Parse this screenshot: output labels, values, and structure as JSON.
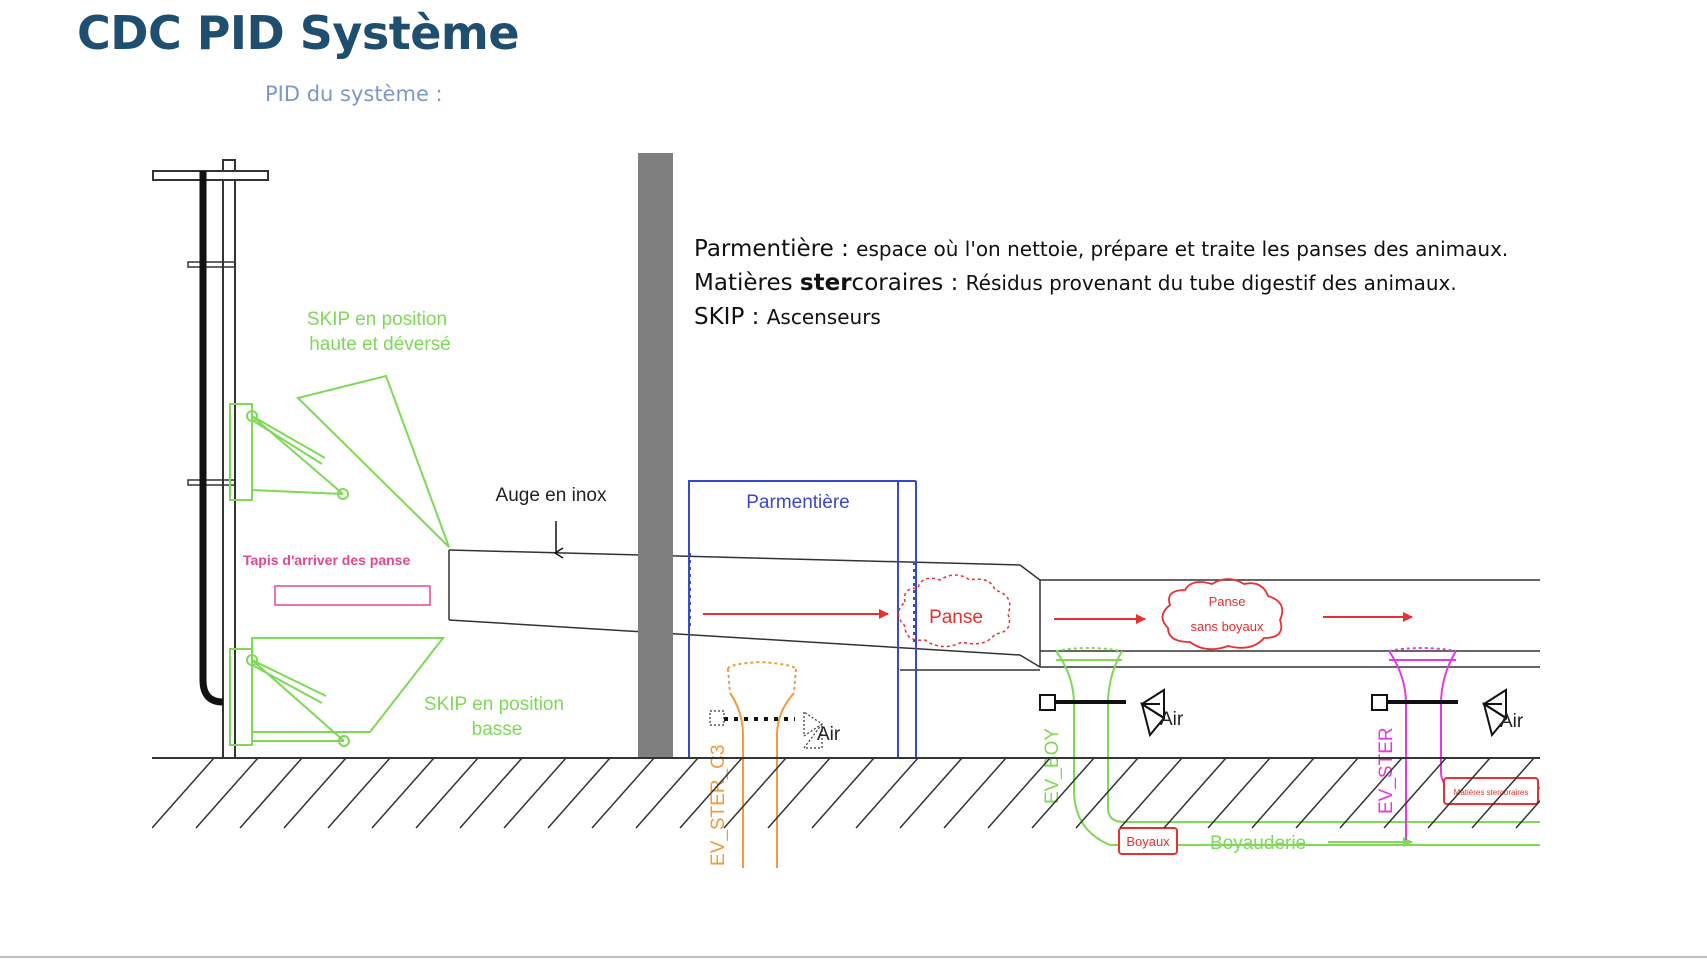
{
  "slide": {
    "title": "CDC PID Système",
    "subtitle": "PID du système :"
  },
  "definitions": [
    {
      "term_pre": "Parmentière",
      "term_bold": "",
      "term_post": "",
      "sep": " : ",
      "desc": "espace où l'on nettoie, prépare et traite les panses des animaux."
    },
    {
      "term_pre": "Matières ",
      "term_bold": "ster",
      "term_post": "coraires",
      "sep": " : ",
      "desc": "Résidus provenant du tube digestif des animaux."
    },
    {
      "term_pre": "SKIP",
      "term_bold": "",
      "term_post": "",
      "sep": " : ",
      "desc": "Ascenseurs"
    }
  ],
  "diagram": {
    "skip_high_line1": "SKIP en position",
    "skip_high_line2": "haute et déversé",
    "skip_low_line1": "SKIP en position",
    "skip_low_line2": "basse",
    "conveyor_label": "Tapis d'arriver des panse",
    "trough_label": "Auge en inox",
    "parmentiere_label": "Parmentière",
    "panse_label": "Panse",
    "panse_sans_line1": "Panse",
    "panse_sans_line2": "sans boyaux",
    "air_label_1": "Air",
    "air_label_2": "Air",
    "air_label_3": "Air",
    "valve_ster_c3": "EV_STER_C3",
    "valve_boy": "EV_BOY",
    "valve_ster": "EV_STER",
    "boyaux_label": "Boyaux",
    "boyauderie_label": "Boyauderie",
    "matieres_label": "Matières stercoraires"
  },
  "colors": {
    "title": "#1f4e6e",
    "subtitle": "#7f97c6",
    "skip_green": "#7ed957",
    "conveyor_pink": "#e8468f",
    "parmentiere_blue": "#3a49c9",
    "flow_red": "#e83030",
    "orange": "#f39a3a",
    "magenta": "#e53ae0",
    "wall_grey": "#7f7f7f"
  }
}
